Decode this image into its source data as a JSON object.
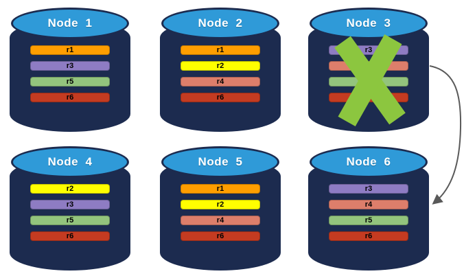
{
  "palette": {
    "cylinder_body": "#1C2B4F",
    "cylinder_top": "#2F9AD8",
    "title_text": "#FFFFFF",
    "bar_text": "#000000",
    "failure_x": "#8CC63F",
    "arrow": "#595959"
  },
  "nodes": [
    {
      "label": "Node  1",
      "failed": false,
      "replicas": [
        {
          "label": "r1",
          "color": "#FF9E00"
        },
        {
          "label": "r3",
          "color": "#8E7CC3"
        },
        {
          "label": "r5",
          "color": "#93C47D"
        },
        {
          "label": "r6",
          "color": "#C43B21"
        }
      ]
    },
    {
      "label": "Node  2",
      "failed": false,
      "replicas": [
        {
          "label": "r1",
          "color": "#FF9E00"
        },
        {
          "label": "r2",
          "color": "#FFFF00"
        },
        {
          "label": "r4",
          "color": "#DD7E6B"
        },
        {
          "label": "r6",
          "color": "#C43B21"
        }
      ]
    },
    {
      "label": "Node  3",
      "failed": true,
      "replicas": [
        {
          "label": "r3",
          "color": "#8E7CC3"
        },
        {
          "label": "",
          "color": "#DD7E6B"
        },
        {
          "label": "",
          "color": "#93C47D"
        },
        {
          "label": "",
          "color": "#C43B21"
        }
      ]
    },
    {
      "label": "Node  4",
      "failed": false,
      "replicas": [
        {
          "label": "r2",
          "color": "#FFFF00"
        },
        {
          "label": "r3",
          "color": "#8E7CC3"
        },
        {
          "label": "r5",
          "color": "#93C47D"
        },
        {
          "label": "r6",
          "color": "#C43B21"
        }
      ]
    },
    {
      "label": "Node  5",
      "failed": false,
      "replicas": [
        {
          "label": "r1",
          "color": "#FF9E00"
        },
        {
          "label": "r2",
          "color": "#FFFF00"
        },
        {
          "label": "r4",
          "color": "#DD7E6B"
        },
        {
          "label": "r6",
          "color": "#C43B21"
        }
      ]
    },
    {
      "label": "Node  6",
      "failed": false,
      "replicas": [
        {
          "label": "r3",
          "color": "#8E7CC3"
        },
        {
          "label": "r4",
          "color": "#DD7E6B"
        },
        {
          "label": "r5",
          "color": "#93C47D"
        },
        {
          "label": "r6",
          "color": "#C43B21"
        }
      ]
    }
  ],
  "failure_marker": {
    "on_node": "Node 3",
    "glyph": "x-mark"
  },
  "arrow": {
    "from_node": "Node 3",
    "to_node": "Node 6"
  }
}
